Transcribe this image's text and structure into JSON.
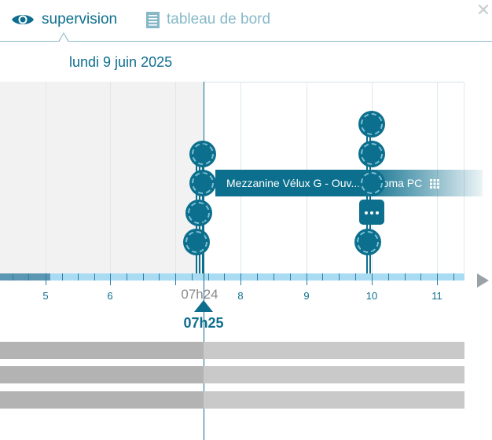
{
  "header": {
    "tabs": [
      {
        "label": "supervision",
        "icon": "eye-icon",
        "active": true
      },
      {
        "label": "tableau de bord",
        "icon": "document-icon",
        "active": false
      }
    ],
    "close_icon": "close-icon",
    "close_glyph": "✕"
  },
  "date": "lundi 9 juin 2025",
  "timeline": {
    "event_label": "Mezzanine Vélux G - Ouv... TaHoma PC",
    "tick_labels": [
      "5",
      "6",
      "8",
      "9",
      "10",
      "11"
    ],
    "cursor_label": "07h24",
    "now_time": "07h25"
  },
  "colors": {
    "accent": "#0e6e8e",
    "device": "#0b6f8d",
    "axis": "#a9dcf3",
    "past_background": "#f2f2f2",
    "inactive_tab": "#86b8c8"
  }
}
